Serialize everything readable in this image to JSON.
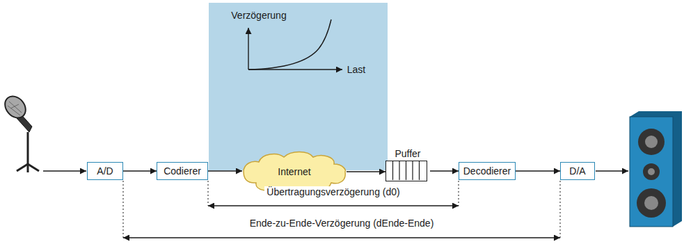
{
  "diagram": {
    "nodes": [
      {
        "text": [
          "A/D"
        ]
      },
      {
        "text": [
          "Codierer"
        ]
      },
      {
        "text": [
          "Internet"
        ]
      },
      {
        "text": [
          "Puffer"
        ]
      },
      {
        "text": [
          "Decodierer"
        ]
      },
      {
        "text": [
          "D/A"
        ]
      }
    ],
    "edges": [
      {
        "from": 0,
        "to": 1,
        "arrow": "to"
      },
      {
        "from": 1,
        "to": 2,
        "arrow": "to"
      },
      {
        "from": 2,
        "to": 3,
        "arrow": "to"
      },
      {
        "from": 3,
        "to": 4,
        "arrow": "to"
      },
      {
        "from": 4,
        "to": 5,
        "arrow": "to"
      }
    ],
    "labels": [
      "Verzögerung",
      "Last",
      "Übertragungsverzögerung (d0)",
      "Ende-zu-Ende-Verzögerung (dEnde-Ende)"
    ]
  }
}
